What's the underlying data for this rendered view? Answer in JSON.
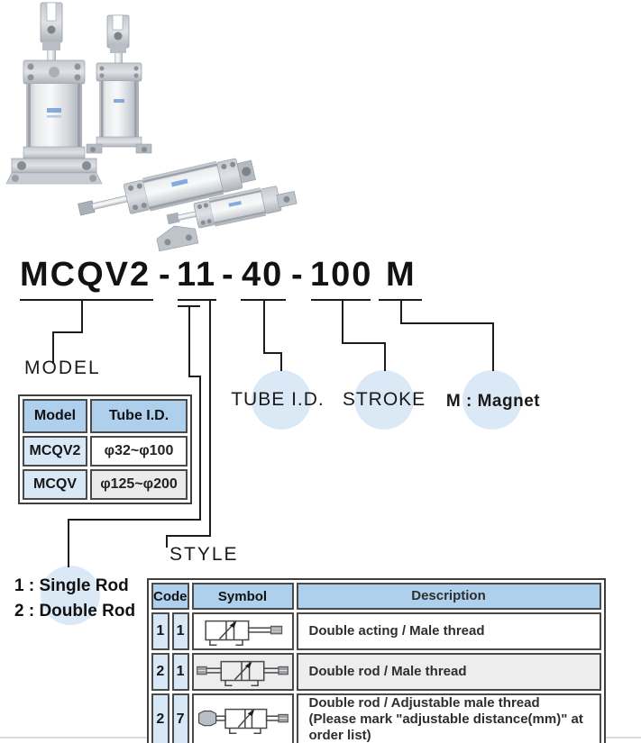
{
  "hero": {
    "cylinders": [
      "vertical-flange-mount-cylinder",
      "vertical-foot-mount-cylinder",
      "horizontal-cylinder-large",
      "horizontal-foot-mount-cylinder-small"
    ]
  },
  "order_code": {
    "full": "MCQV2-11-40-100 M",
    "segments": [
      "MCQV2",
      "11",
      "40",
      "100",
      "M"
    ],
    "separators": [
      "-",
      "-",
      "-"
    ]
  },
  "model_section": {
    "label": "MODEL",
    "table": {
      "headers": [
        "Model",
        "Tube I.D."
      ],
      "rows": [
        [
          "MCQV2",
          "φ32~φ100"
        ],
        [
          "MCQV",
          "φ125~φ200"
        ]
      ]
    }
  },
  "callouts": {
    "tube": "TUBE I.D.",
    "stroke": "STROKE",
    "magnet": "M : Magnet"
  },
  "rod_legend": {
    "line1": "1 : Single Rod",
    "line2": "2 : Double Rod"
  },
  "style_section": {
    "label": "STYLE",
    "table": {
      "headers": [
        "Code",
        "Symbol",
        "Description"
      ],
      "rows": [
        {
          "codes": [
            "1",
            "1"
          ],
          "symbol": "single-rod-male-thread-symbol",
          "description_lines": [
            "Double acting / Male thread"
          ]
        },
        {
          "codes": [
            "2",
            "1"
          ],
          "symbol": "double-rod-male-thread-symbol",
          "description_lines": [
            "Double rod / Male thread"
          ]
        },
        {
          "codes": [
            "2",
            "7"
          ],
          "symbol": "double-rod-adjustable-male-thread-symbol",
          "description_lines": [
            "Double rod / Adjustable male thread",
            "(Please mark \"adjustable distance(mm)\" at order list)"
          ]
        }
      ]
    }
  },
  "colors": {
    "highlight_circle": "#dbe9f7",
    "table_header_blue": "#aed0ec",
    "code_cell_blue": "#d9e8f6",
    "alt_row_gray": "#ededed",
    "border_dark": "#4a4a4a",
    "connector_black": "#1c1c1c",
    "bottom_rule_gray": "#d9dee3"
  }
}
